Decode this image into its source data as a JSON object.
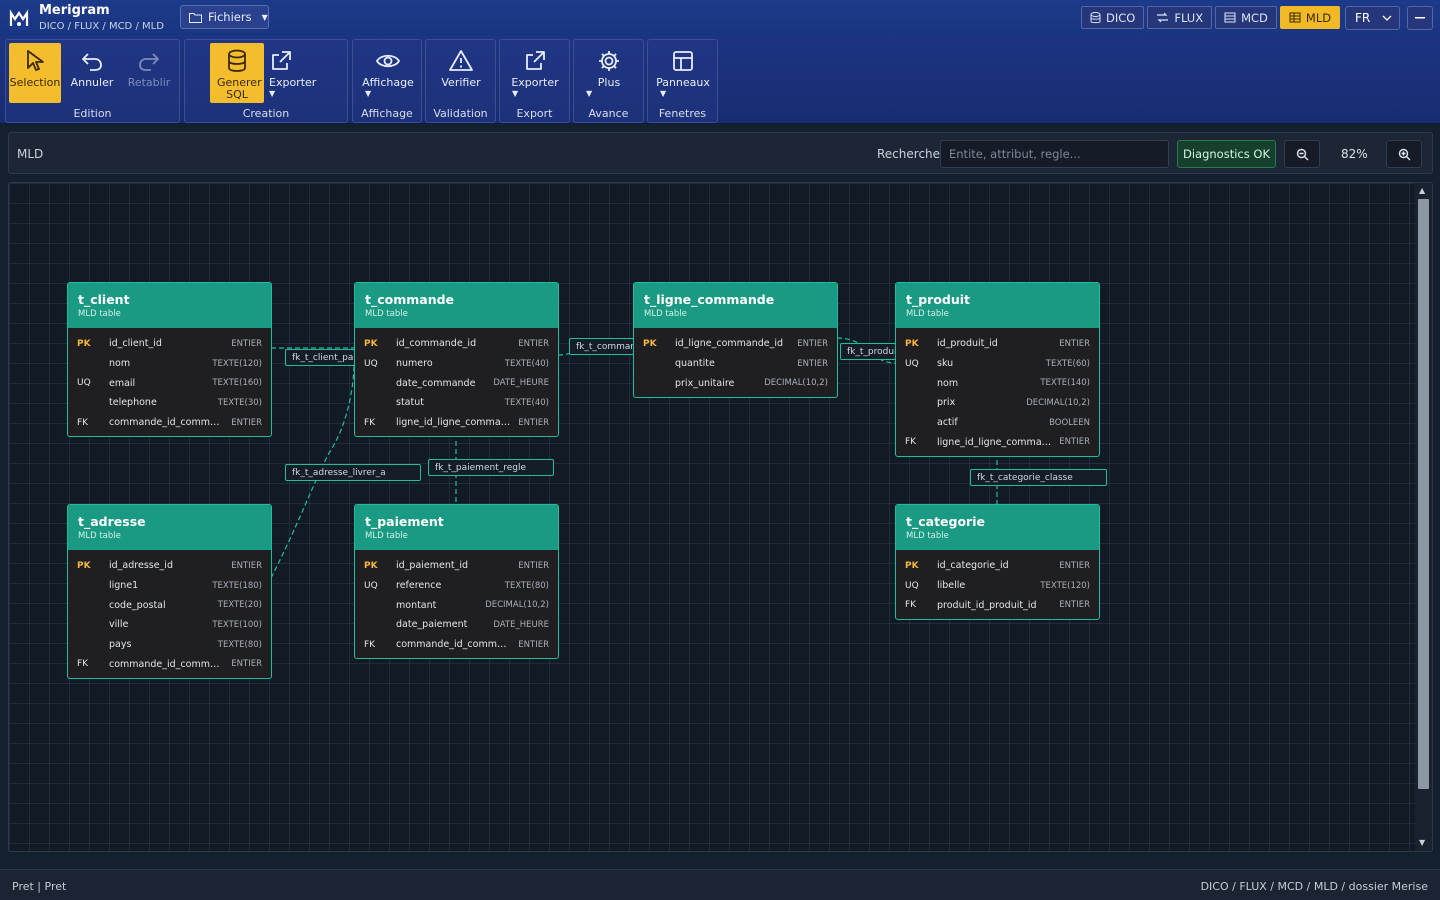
{
  "app": {
    "title": "Merigram",
    "breadcrumb": "DICO / FLUX / MCD / MLD",
    "files_label": "Fichiers"
  },
  "view_tabs": [
    {
      "label": "DICO",
      "icon": "database-icon",
      "active": false
    },
    {
      "label": "FLUX",
      "icon": "flow-icon",
      "active": false
    },
    {
      "label": "MCD",
      "icon": "table-icon",
      "active": false
    },
    {
      "label": "MLD",
      "icon": "grid-icon",
      "active": true
    }
  ],
  "language": "FR",
  "ribbon": {
    "groups": [
      {
        "label": "Edition",
        "buttons": [
          {
            "label": "Selection",
            "icon": "cursor-icon",
            "state": "active"
          },
          {
            "label": "Annuler",
            "icon": "undo-icon",
            "state": "normal"
          },
          {
            "label": "Retablir",
            "icon": "redo-icon",
            "state": "disabled"
          }
        ]
      },
      {
        "label": "Creation",
        "buttons": [
          {
            "label": "Generer SQL",
            "icon": "database-icon",
            "state": "active"
          },
          {
            "label": "Exporter",
            "icon": "export-icon",
            "state": "normal"
          }
        ]
      },
      {
        "label": "Affichage",
        "buttons": [
          {
            "label": "Affichage",
            "icon": "eye-icon",
            "state": "normal"
          }
        ]
      },
      {
        "label": "Validation",
        "buttons": [
          {
            "label": "Verifier",
            "icon": "warning-icon",
            "state": "normal"
          }
        ]
      },
      {
        "label": "Export",
        "buttons": [
          {
            "label": "Exporter",
            "icon": "export-icon",
            "state": "normal"
          }
        ]
      },
      {
        "label": "Avance",
        "buttons": [
          {
            "label": "Plus",
            "icon": "gear-icon",
            "state": "normal"
          }
        ]
      },
      {
        "label": "Fenetres",
        "buttons": [
          {
            "label": "Panneaux",
            "icon": "panels-icon",
            "state": "normal"
          }
        ]
      }
    ]
  },
  "canvas_header": {
    "title": "MLD",
    "search_label": "Recherche",
    "search_placeholder": "Entite, attribut, regle...",
    "diagnostics": "Diagnostics OK",
    "zoom": "82%"
  },
  "entities": [
    {
      "name": "t_client",
      "subtitle": "MLD table",
      "attributes": [
        {
          "key": "PK",
          "name": "id_client_id",
          "type": "ENTIER"
        },
        {
          "key": "",
          "name": "nom",
          "type": "TEXTE(120)"
        },
        {
          "key": "UQ",
          "name": "email",
          "type": "TEXTE(160)"
        },
        {
          "key": "",
          "name": "telephone",
          "type": "TEXTE(30)"
        },
        {
          "key": "FK",
          "name": "commande_id_commande_id",
          "type": "ENTIER"
        }
      ]
    },
    {
      "name": "t_commande",
      "subtitle": "MLD table",
      "attributes": [
        {
          "key": "PK",
          "name": "id_commande_id",
          "type": "ENTIER"
        },
        {
          "key": "UQ",
          "name": "numero",
          "type": "TEXTE(40)"
        },
        {
          "key": "",
          "name": "date_commande",
          "type": "DATE_HEURE"
        },
        {
          "key": "",
          "name": "statut",
          "type": "TEXTE(40)"
        },
        {
          "key": "FK",
          "name": "ligne_id_ligne_commande_id",
          "type": "ENTIER"
        }
      ]
    },
    {
      "name": "t_ligne_commande",
      "subtitle": "MLD table",
      "attributes": [
        {
          "key": "PK",
          "name": "id_ligne_commande_id",
          "type": "ENTIER"
        },
        {
          "key": "",
          "name": "quantite",
          "type": "ENTIER"
        },
        {
          "key": "",
          "name": "prix_unitaire",
          "type": "DECIMAL(10,2)"
        }
      ]
    },
    {
      "name": "t_produit",
      "subtitle": "MLD table",
      "attributes": [
        {
          "key": "PK",
          "name": "id_produit_id",
          "type": "ENTIER"
        },
        {
          "key": "UQ",
          "name": "sku",
          "type": "TEXTE(60)"
        },
        {
          "key": "",
          "name": "nom",
          "type": "TEXTE(140)"
        },
        {
          "key": "",
          "name": "prix",
          "type": "DECIMAL(10,2)"
        },
        {
          "key": "",
          "name": "actif",
          "type": "BOOLEEN"
        },
        {
          "key": "FK",
          "name": "ligne_id_ligne_commande_id",
          "type": "ENTIER"
        }
      ]
    },
    {
      "name": "t_adresse",
      "subtitle": "MLD table",
      "attributes": [
        {
          "key": "PK",
          "name": "id_adresse_id",
          "type": "ENTIER"
        },
        {
          "key": "",
          "name": "ligne1",
          "type": "TEXTE(180)"
        },
        {
          "key": "",
          "name": "code_postal",
          "type": "TEXTE(20)"
        },
        {
          "key": "",
          "name": "ville",
          "type": "TEXTE(100)"
        },
        {
          "key": "",
          "name": "pays",
          "type": "TEXTE(80)"
        },
        {
          "key": "FK",
          "name": "commande_id_commande_id",
          "type": "ENTIER"
        }
      ]
    },
    {
      "name": "t_paiement",
      "subtitle": "MLD table",
      "attributes": [
        {
          "key": "PK",
          "name": "id_paiement_id",
          "type": "ENTIER"
        },
        {
          "key": "UQ",
          "name": "reference",
          "type": "TEXTE(80)"
        },
        {
          "key": "",
          "name": "montant",
          "type": "DECIMAL(10,2)"
        },
        {
          "key": "",
          "name": "date_paiement",
          "type": "DATE_HEURE"
        },
        {
          "key": "FK",
          "name": "commande_id_commande_id",
          "type": "ENTIER"
        }
      ]
    },
    {
      "name": "t_categorie",
      "subtitle": "MLD table",
      "attributes": [
        {
          "key": "PK",
          "name": "id_categorie_id",
          "type": "ENTIER"
        },
        {
          "key": "UQ",
          "name": "libelle",
          "type": "TEXTE(120)"
        },
        {
          "key": "FK",
          "name": "produit_id_produit_id",
          "type": "ENTIER"
        }
      ]
    }
  ],
  "relations": [
    {
      "label": "fk_t_client_passe"
    },
    {
      "label": "fk_t_commande"
    },
    {
      "label": "fk_t_produit"
    },
    {
      "label": "fk_t_adresse_livrer_a"
    },
    {
      "label": "fk_t_paiement_regle"
    },
    {
      "label": "fk_t_categorie_classe"
    }
  ],
  "status": {
    "left": "Pret | Pret",
    "right": "DICO / FLUX / MCD / MLD / dossier Merise"
  },
  "colors": {
    "accent": "#f2b926",
    "entity_header": "#1a9a82",
    "entity_border": "#1fbf9b",
    "topbar": "#1d3a8a"
  }
}
